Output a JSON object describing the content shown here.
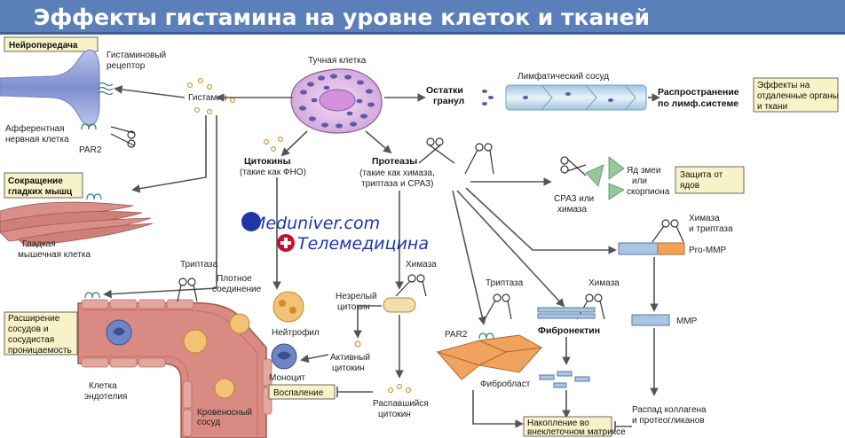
{
  "title": "Эффекты гистамина на уровне клеток и тканей",
  "watermark": {
    "line1": "Meduniver.com",
    "line2": "Телемедицина"
  },
  "colors": {
    "title_bar": "#5b7fb8",
    "box_fill": "#f7f2c8",
    "mast_cell": "#d9b6e0",
    "vessel": "#d98a82",
    "granule_dots": "#e6a93c",
    "fibroblast": "#f0a35e"
  },
  "boxes": {
    "neurotransmission": "Нейропередача",
    "smooth_contraction_1": "Сокращение",
    "smooth_contraction_2": "гладких мышц",
    "vasodilation_1": "Расширение",
    "vasodilation_2": "сосудов и",
    "vasodilation_3": "сосудистая",
    "vasodilation_4": "проницаемость",
    "inflammation": "Воспаление",
    "remote_1": "Эффекты на",
    "remote_2": "отдаленные органы",
    "remote_3": "и ткани",
    "venom_1": "Защита от",
    "venom_2": "ядов",
    "ecm_1": "Накопление во",
    "ecm_2": "внеклеточном матриксе"
  },
  "labels": {
    "histamine_receptor_1": "Гистаминовый",
    "histamine_receptor_2": "рецептор",
    "histamine": "Гистамин",
    "afferent_1": "Афферентная",
    "afferent_2": "нервная клетка",
    "par2_nerve": "PAR2",
    "mast_cell": "Тучная клетка",
    "granule_rem_1": "Остатки",
    "granule_rem_2": "гранул",
    "lymph_vessel": "Лимфатический сосуд",
    "spread_1": "Распространение",
    "spread_2": "по лимф.системе",
    "cytokines_1": "Цитокины",
    "cytokines_2": "(такие как ФНО)",
    "proteases_1": "Протеазы",
    "proteases_2": "(такие как химаза,",
    "proteases_3": "триптаза и СРАЗ)",
    "smooth_cell_1": "Гладкая",
    "smooth_cell_2": "мышечная клетка",
    "snake_1": "Яд змеи",
    "snake_2": "или",
    "snake_3": "скорпиона",
    "cpa3_1": "СРА3 или",
    "cpa3_2": "химаза",
    "chymase_tryptase_1": "Химаза",
    "chymase_tryptase_2": "и триптаза",
    "pro_mmp": "Pro-MMP",
    "tryptase_top": "Триптаза",
    "tight_1": "Плотное",
    "tight_2": "соединение",
    "chymase_mid": "Химаза",
    "immature_1": "Незрелый",
    "immature_2": "цитокин",
    "neutrophil": "Нейтрофил",
    "active_1": "Активный",
    "active_2": "цитокин",
    "monocyte": "Моноцит",
    "decayed_1": "Распавшийся",
    "decayed_2": "цитокин",
    "endo_1": "Клетка",
    "endo_2": "эндотелия",
    "blood_1": "Кровеносный",
    "blood_2": "сосуд",
    "tryptase_fib": "Триптаза",
    "par2_fib": "PAR2",
    "fibroblast": "Фибробласт",
    "chymase_fn": "Химаза",
    "fibronectin": "Фибронектин",
    "mmp": "MMP",
    "collagen_1": "Распад коллагена",
    "collagen_2": "и протеогликанов"
  }
}
